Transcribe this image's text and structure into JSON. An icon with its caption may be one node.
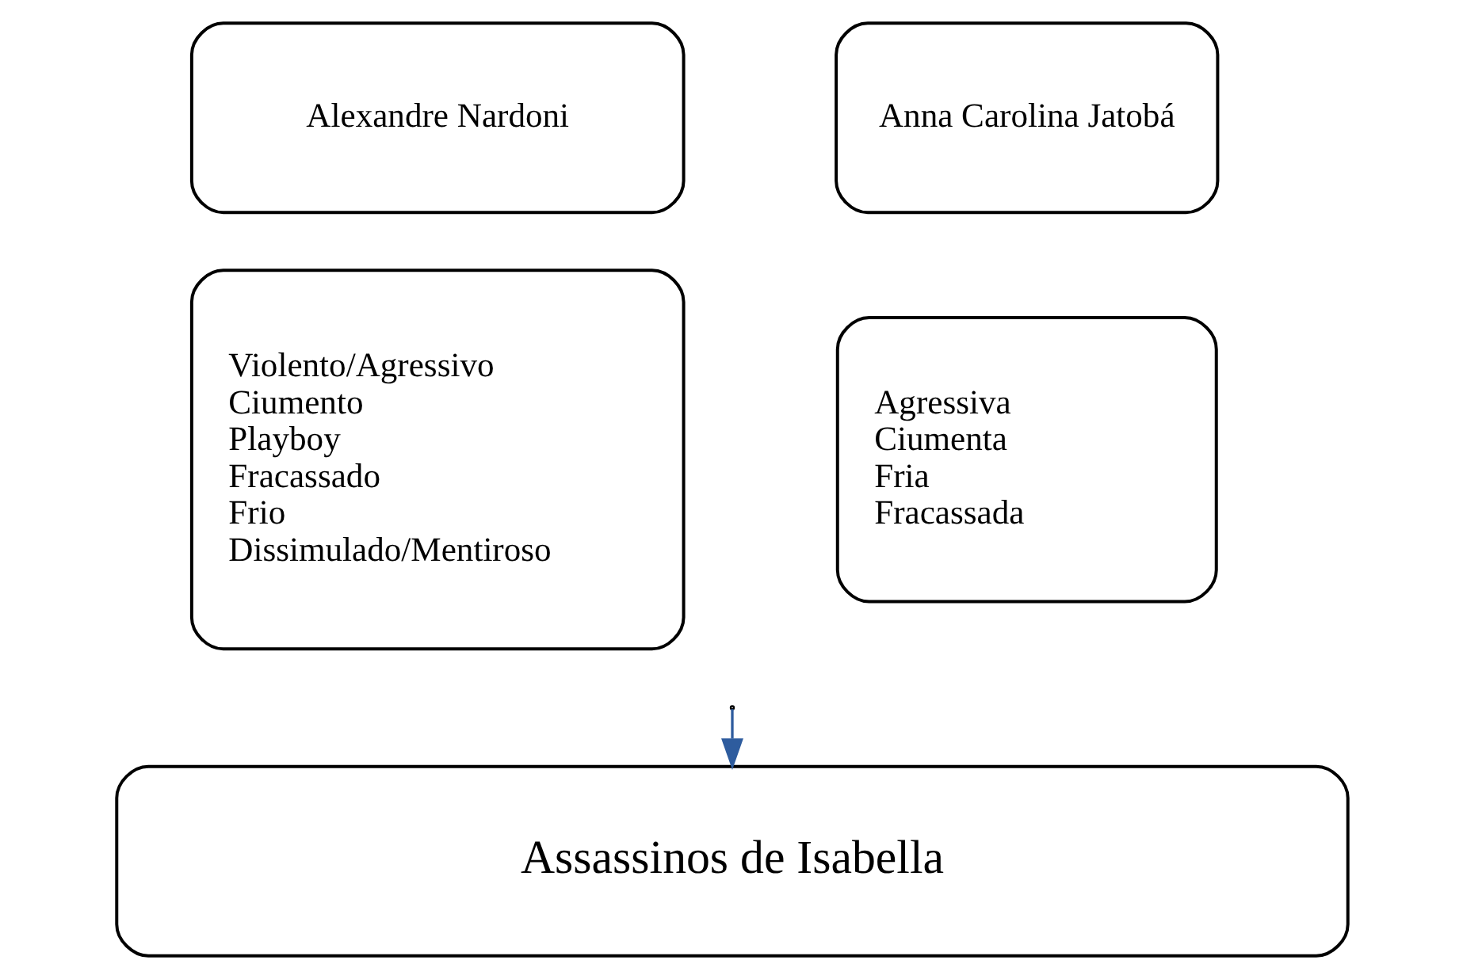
{
  "diagram": {
    "nodes": [
      {
        "text": [
          "Alexandre Nardoni"
        ]
      },
      {
        "text": [
          "Violento/Agressivo",
          "Ciumento",
          "Playboy",
          "Fracassado",
          "Frio",
          "Dissimulado/Mentiroso"
        ]
      },
      {
        "text": [
          "Anna Carolina Jatobá"
        ]
      },
      {
        "text": [
          "Agressiva",
          "Ciumenta",
          "Fria",
          "Fracassada"
        ]
      },
      {
        "text": [
          "Assassinos de Isabella"
        ]
      }
    ],
    "edges": [
      {
        "from": null,
        "to": 4,
        "arrow": "to",
        "color": "#2e5c9e"
      }
    ]
  }
}
